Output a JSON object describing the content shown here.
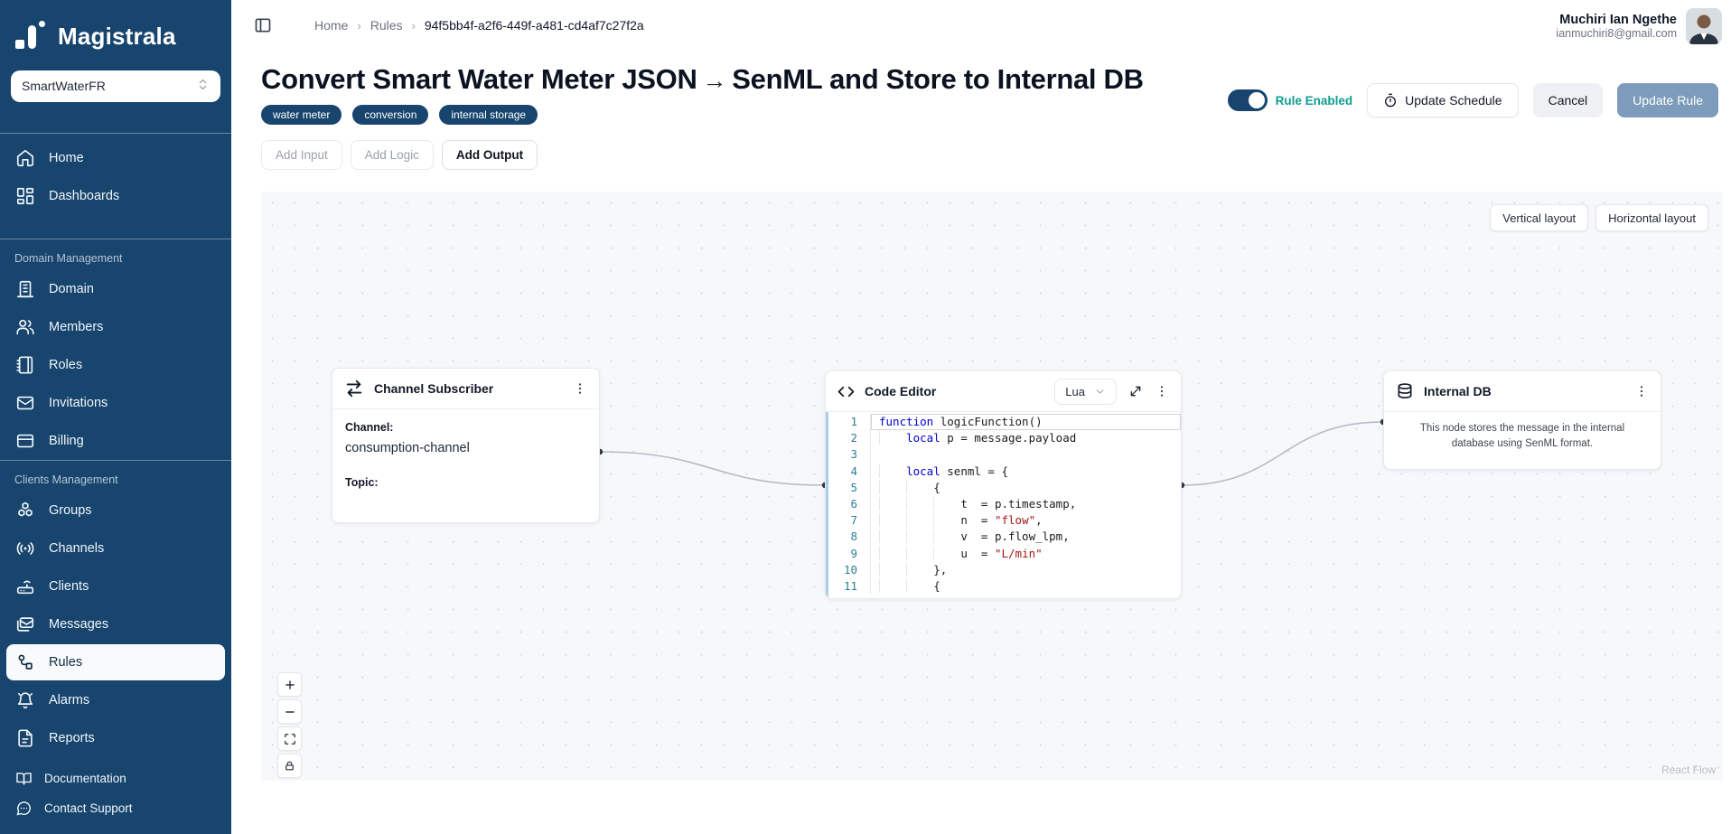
{
  "app": {
    "name": "Magistrala"
  },
  "sidebar": {
    "domain_selector": {
      "value": "SmartWaterFR"
    },
    "sections": [
      {
        "label": "",
        "items": [
          {
            "key": "home",
            "label": "Home"
          },
          {
            "key": "dashboards",
            "label": "Dashboards"
          }
        ]
      },
      {
        "label": "Domain Management",
        "items": [
          {
            "key": "domain",
            "label": "Domain"
          },
          {
            "key": "members",
            "label": "Members"
          },
          {
            "key": "roles",
            "label": "Roles"
          },
          {
            "key": "invitations",
            "label": "Invitations"
          },
          {
            "key": "billing",
            "label": "Billing"
          }
        ]
      },
      {
        "label": "Clients Management",
        "items": [
          {
            "key": "groups",
            "label": "Groups"
          },
          {
            "key": "channels",
            "label": "Channels"
          },
          {
            "key": "clients",
            "label": "Clients"
          },
          {
            "key": "messages",
            "label": "Messages"
          },
          {
            "key": "rules",
            "label": "Rules",
            "active": true
          },
          {
            "key": "alarms",
            "label": "Alarms"
          },
          {
            "key": "reports",
            "label": "Reports"
          }
        ]
      }
    ],
    "footer_items": [
      {
        "key": "documentation",
        "label": "Documentation"
      },
      {
        "key": "contact-support",
        "label": "Contact Support"
      }
    ]
  },
  "topbar": {
    "breadcrumb": [
      "Home",
      "Rules",
      "94f5bb4f-a2f6-449f-a481-cd4af7c27f2a"
    ],
    "user": {
      "name": "Muchiri Ian Ngethe",
      "email": "ianmuchiri8@gmail.com"
    }
  },
  "rule_header": {
    "title_before": "Convert Smart Water Meter JSON",
    "title_arrow": "→",
    "title_after": "SenML and Store to Internal DB",
    "tags": [
      "water meter",
      "conversion",
      "internal storage"
    ],
    "toggle_label": "Rule Enabled",
    "toggle_state": "on",
    "update_schedule_label": "Update Schedule",
    "cancel_label": "Cancel",
    "update_rule_label": "Update Rule"
  },
  "toolbar": {
    "add_input": "Add Input",
    "add_logic": "Add Logic",
    "add_output": "Add Output"
  },
  "canvas": {
    "layout_buttons": [
      "Vertical layout",
      "Horizontal layout"
    ],
    "attribution": "React Flow",
    "controls": [
      "zoom-in",
      "zoom-out",
      "fit-view",
      "lock"
    ],
    "nodes": {
      "channel_subscriber": {
        "title": "Channel Subscriber",
        "channel_label": "Channel:",
        "channel_value": "consumption-channel",
        "topic_label": "Topic:"
      },
      "code_editor": {
        "title": "Code Editor",
        "language": "Lua",
        "code_lines": [
          "function logicFunction()",
          "    local p = message.payload",
          "",
          "    local senml = {",
          "        {",
          "            t  = p.timestamp,",
          "            n  = \"flow\",",
          "            v  = p.flow_lpm,",
          "            u  = \"L/min\"",
          "        },",
          "        {"
        ],
        "current_line": 1
      },
      "internal_db": {
        "title": "Internal DB",
        "description": "This node stores the message in the internal database using SenML format."
      }
    }
  },
  "colors": {
    "brand_navy": "#17456e",
    "rule_enabled_text": "#0f9d8f",
    "update_rule_bg": "#7d9cbb",
    "code_keyword": "#0000d4",
    "code_string": "#a31515",
    "line_number": "#2c7f99",
    "canvas_bg": "#f7f8fa"
  }
}
